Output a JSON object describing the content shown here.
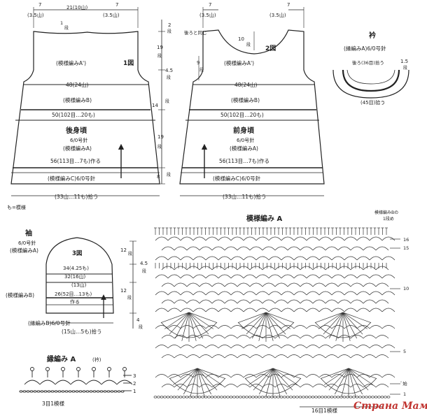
{
  "back": {
    "top_left": "7",
    "top_left_sub": "(3.5山)",
    "top_mid": "21(10山)",
    "top_right": "7",
    "top_right_sub": "(3.5山)",
    "neck_mark": "1",
    "neck_mark_sub": "段",
    "h1": "2",
    "h1_sub": "段",
    "h2": "19",
    "h2_sub": "段",
    "h3": "4.5",
    "h3_sub": "段",
    "total_h": "14",
    "total_h_sub": "段",
    "h4": "19",
    "h4_sub": "段",
    "h5": "8",
    "h5_sub": "段",
    "fig": "1図",
    "patA2": "(模様編みA')",
    "w1": "48(24山)",
    "patB": "(模様編みB)",
    "w2": "50(102目…20も)",
    "title": "後身頃",
    "needle": "6/0号針",
    "patA": "(模様編みA)",
    "w3": "56(113目…7も)作る",
    "patC": "(模様編みC)6/0号針",
    "bottom": "(33山…11も)拾う",
    "legend": "も=模様"
  },
  "front": {
    "top_left": "7",
    "top_left_sub": "(3.5山)",
    "top_right": "7",
    "top_right_sub": "(3.5山)",
    "back_neck": "後ろと同じ",
    "neck_depth": "10",
    "neck_depth_sub": "段",
    "side": "9",
    "side_sub": "段",
    "fig": "2図",
    "patA2": "(模様編みA')",
    "w1": "48(24山)",
    "patB": "(模様編みB)",
    "w2": "50(102目…20も)",
    "title": "前身頃",
    "needle": "6/0号針",
    "patA": "(模様編みA)",
    "w3": "56(113目…7も)作る",
    "patC": "(模様編みC)6/0号針",
    "bottom": "(33山…11も)拾う"
  },
  "collar": {
    "title": "衿",
    "pattern": "(縁編みA)6/0号針",
    "back_pick": "後ろ(36目)拾う",
    "depth": "1.5",
    "depth_sub": "段",
    "front_pick": "(45目)拾う"
  },
  "sleeve": {
    "title": "袖",
    "needle": "6/0号針",
    "pattern": "(模様編みA)",
    "fig": "3図",
    "w1": "34(4.25も)",
    "w2": "32(16山)",
    "w3": "(13山)",
    "patB": "(模様編みB)",
    "w4": "26(52目…13も)",
    "w4_sub": "作る",
    "patC": "(縁編みB)6/0号針",
    "bottom": "(15山…5も)拾う",
    "h1": "12",
    "h1_sub": "段",
    "h2": "4.5",
    "h2_sub": "段",
    "h3": "12",
    "h3_sub": "段",
    "h4": "4",
    "h4_sub": "段"
  },
  "edge_a": {
    "title": "縁編み A",
    "title_sub": "(衿)",
    "rows": [
      "3",
      "2",
      "1"
    ],
    "repeat": "3目1模様"
  },
  "pattern_a": {
    "title": "模様編み A",
    "note1": "模様編みBの",
    "note2": "1段め",
    "rows": [
      "16",
      "15",
      "10",
      "5",
      "1"
    ],
    "start": "ﾞ始",
    "repeat": "16目1模様"
  },
  "watermark": "Страна Мам"
}
